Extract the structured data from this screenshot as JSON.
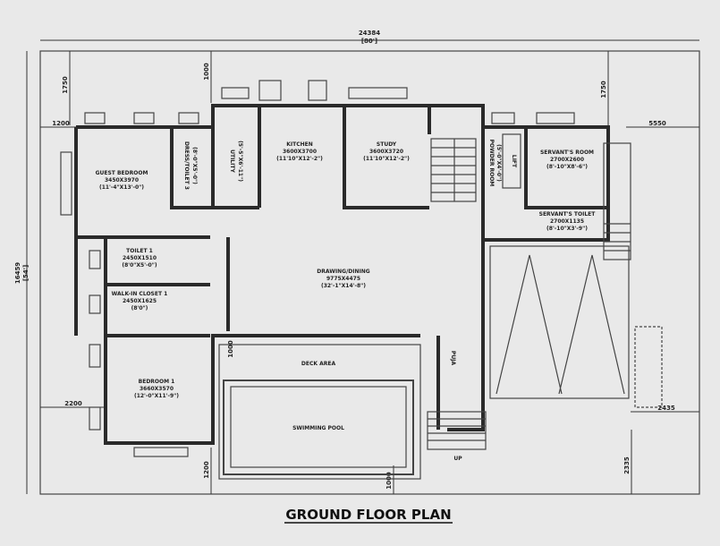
{
  "title": "GROUND FLOOR PLAN",
  "dimensions": {
    "overall_width": "24384",
    "overall_width_ft": "[80']",
    "overall_depth": "16459",
    "overall_depth_ft": "[54']",
    "top_left_setback": "1750",
    "top_mid_setback": "1000",
    "top_right_setback": "1750",
    "left_upper": "1200",
    "right_upper": "5550",
    "left_lower": "2200",
    "right_lower": "2435",
    "bottom_left": "1200",
    "bottom_mid": "1000",
    "bottom_right": "2335",
    "bedroom_side": "1000"
  },
  "rooms": {
    "guest_bedroom": {
      "name": "GUEST BEDROOM",
      "size": "3450X3970",
      "size_ft": "(11'-4\"X13'-0\")"
    },
    "dress_toilet": {
      "name": "DRESS/TOILET 3",
      "size": "(8'-0\"X5'-0\")"
    },
    "utility": {
      "name": "UTILITY",
      "size": "(5'-5\"X6'-11\")"
    },
    "kitchen": {
      "name": "KITCHEN",
      "size": "3600X3700",
      "size_ft": "(11'10\"X12'-2\")"
    },
    "study": {
      "name": "STUDY",
      "size": "3600X3720",
      "size_ft": "(11'10\"X12'-2\")"
    },
    "powder_room": {
      "name": "POWDER ROOM",
      "size": "(5'-0\"X4'-0\")"
    },
    "lift": {
      "name": "LIFT"
    },
    "servants_room": {
      "name": "SERVANT'S ROOM",
      "size": "2700X2600",
      "size_ft": "(8'-10\"X8'-6\")"
    },
    "servants_toilet": {
      "name": "SERVANT'S TOILET",
      "size": "2700X1135",
      "size_ft": "(8'-10\"X3'-9\")"
    },
    "toilet_1": {
      "name": "TOILET 1",
      "size": "2450X1510",
      "size_ft": "(8'0\"X5'-0\")"
    },
    "walkin_closet_1": {
      "name": "WALK-IN CLOSET 1",
      "size": "2450X1625",
      "size_ft": "(8'0\")"
    },
    "bedroom_1": {
      "name": "BEDROOM 1",
      "size": "3660X3570",
      "size_ft": "(12'-0\"X11'-9\")"
    },
    "drawing_dining": {
      "name": "DRAWING/DINING",
      "size": "9775X4475",
      "size_ft": "(32'-1\"X14'-8\")"
    },
    "deck": {
      "name": "DECK AREA"
    },
    "pool": {
      "name": "SWIMMING POOL"
    },
    "puja": {
      "name": "PUJA"
    },
    "up": "UP"
  }
}
